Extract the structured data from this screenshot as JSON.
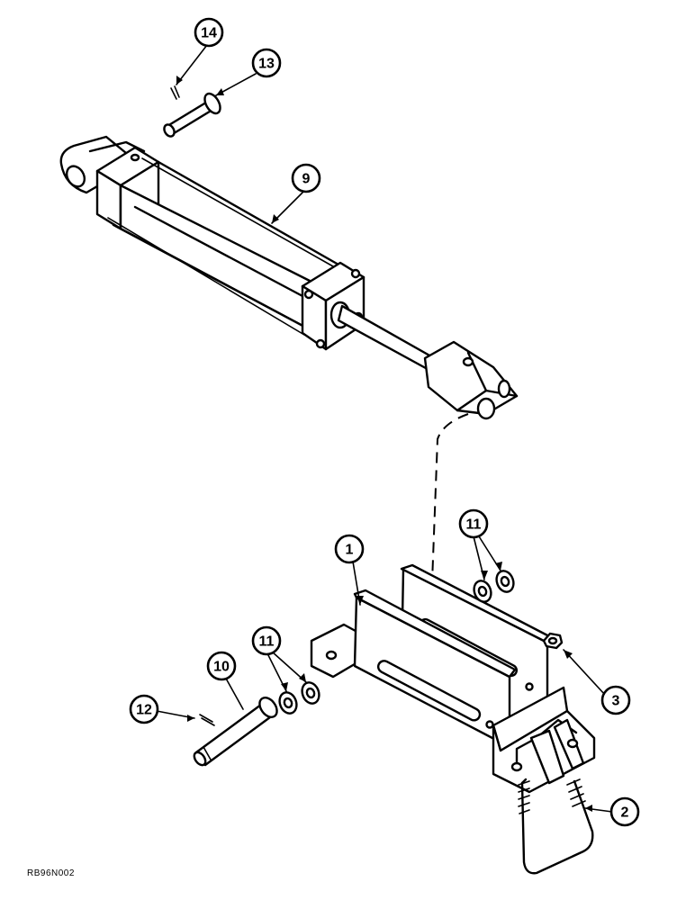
{
  "callouts": [
    {
      "id": "c14",
      "label": "14"
    },
    {
      "id": "c13",
      "label": "13"
    },
    {
      "id": "c9",
      "label": "9"
    },
    {
      "id": "c11a",
      "label": "11"
    },
    {
      "id": "c1",
      "label": "1"
    },
    {
      "id": "c3",
      "label": "3"
    },
    {
      "id": "c11b",
      "label": "11"
    },
    {
      "id": "c10",
      "label": "10"
    },
    {
      "id": "c12",
      "label": "12"
    },
    {
      "id": "c2",
      "label": "2"
    }
  ],
  "reference_code": "RB96N002"
}
